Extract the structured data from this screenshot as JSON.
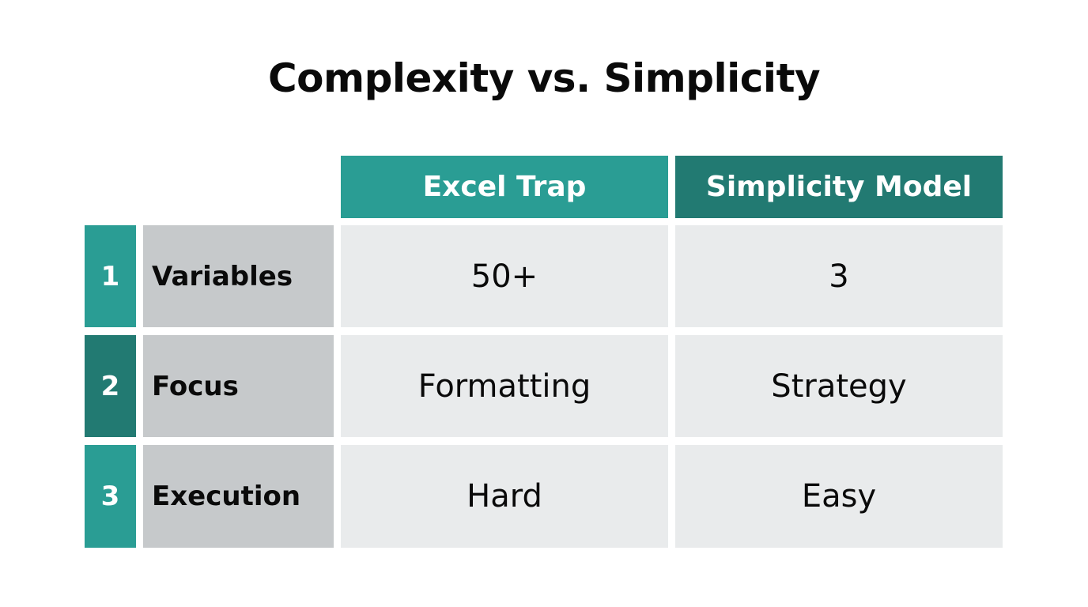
{
  "title": "Complexity vs. Simplicity",
  "columns": [
    "Excel Trap",
    "Simplicity Model"
  ],
  "colors": {
    "teal": "#2a9d94",
    "teal_dark": "#227a72",
    "label_bg": "#c6c9cb",
    "cell_bg": "#e9ebec"
  },
  "rows": [
    {
      "num": "1",
      "label": "Variables",
      "excel": "50+",
      "simple": "3",
      "num_color": "#2a9d94"
    },
    {
      "num": "2",
      "label": "Focus",
      "excel": "Formatting",
      "simple": "Strategy",
      "num_color": "#227a72"
    },
    {
      "num": "3",
      "label": "Execution",
      "excel": "Hard",
      "simple": "Easy",
      "num_color": "#2a9d94"
    }
  ]
}
